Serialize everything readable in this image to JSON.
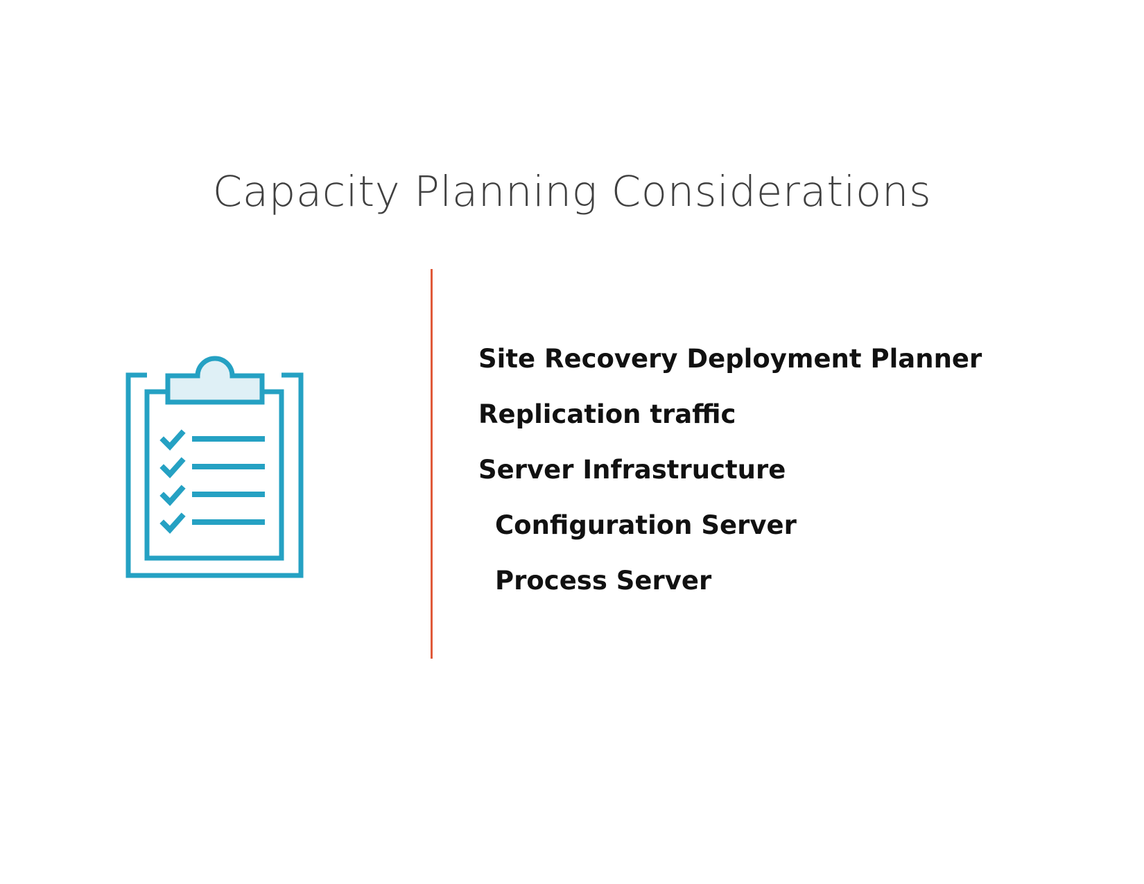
{
  "slide": {
    "title": "Capacity Planning Considerations",
    "icon": "clipboard-checklist-icon",
    "items": [
      {
        "label": "Site Recovery Deployment Planner",
        "level": 1
      },
      {
        "label": "Replication traffic",
        "level": 1
      },
      {
        "label": "Server Infrastructure",
        "level": 1
      },
      {
        "label": "Configuration Server",
        "level": 2
      },
      {
        "label": "Process Server",
        "level": 2
      }
    ]
  },
  "colors": {
    "icon": "#25a1c3",
    "icon_fill": "#dff0f6",
    "divider": "#e05a3a",
    "title_text": "#404040",
    "body_text": "#111111",
    "background": "#ffffff"
  }
}
